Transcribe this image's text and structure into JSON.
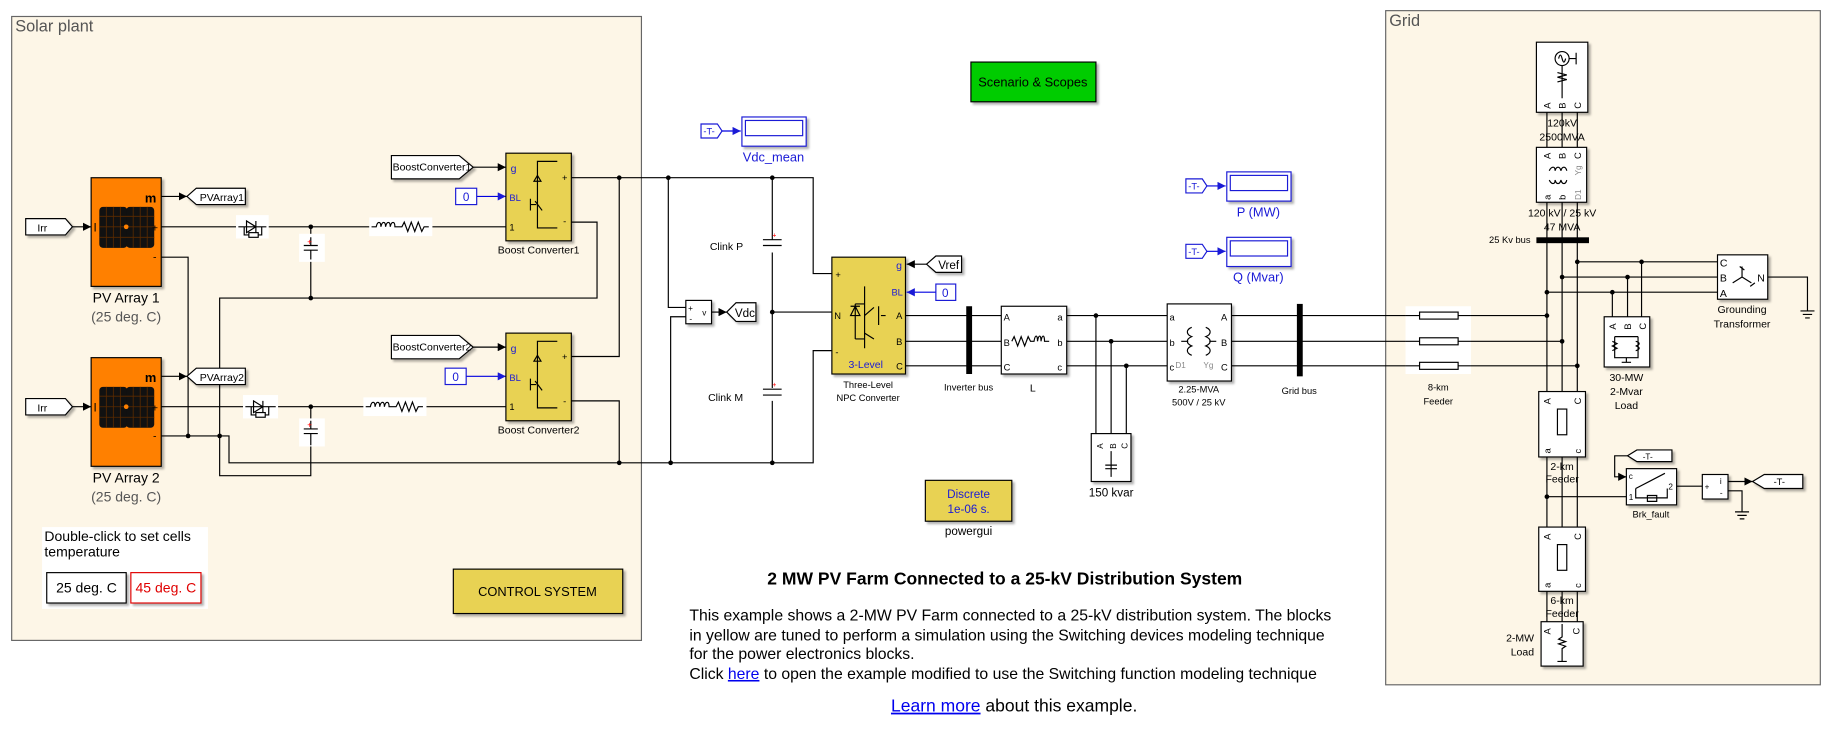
{
  "colors": {
    "area_fill": "#fdf6e7",
    "yellow_block": "#e8d253",
    "pv_orange": "#ff8000",
    "scenario_green": "#00cc00",
    "scope_blue": "#1a1ad6",
    "temp_red": "#e00000"
  },
  "solar_plant": {
    "title": "Solar plant",
    "irr_tag": "Irr",
    "pv1": {
      "name": "PV Array 1",
      "temp": "(25 deg. C)",
      "tag": "PVArray1"
    },
    "pv2": {
      "name": "PV Array 2",
      "temp": "(25 deg. C)",
      "tag": "PVArray2"
    },
    "pv_ports": {
      "m": "m",
      "i": "I",
      "plus": "+",
      "minus": "-"
    },
    "bc1": {
      "name": "Boost Converter1",
      "tag": "BoostConverter1"
    },
    "bc2": {
      "name": "Boost Converter2",
      "tag": "BoostConverter2"
    },
    "bc_ports": {
      "g": "g",
      "bl": "BL",
      "one": "1",
      "plus": "+",
      "minus": "-"
    },
    "const_zero": "0",
    "temp_note_line1": "Double-click to set cells",
    "temp_note_line2": "temperature",
    "temp_buttons": [
      "25 deg. C",
      "45 deg. C"
    ],
    "control_system": "CONTROL SYSTEM"
  },
  "scenario_button": "Scenario & Scopes",
  "scopes": [
    {
      "tag": "-T-",
      "label": "Vdc_mean"
    },
    {
      "tag": "-T-",
      "label": "P (MW)"
    },
    {
      "tag": "-T-",
      "label": "Q (Mvar)"
    }
  ],
  "dc_link": {
    "clink_p": "Clink P",
    "clink_m": "Clink M",
    "vm_plus": "+",
    "vm_minus": "-",
    "vm_v": "v",
    "vdc_tag": "Vdc"
  },
  "npc": {
    "name_line1": "Three-Level",
    "name_line2": "NPC Converter",
    "inner": "3-Level",
    "port_plus": "+",
    "port_n": "N",
    "port_minus": "-",
    "port_g": "g",
    "port_bl": "BL",
    "vref_tag": "Vref",
    "const_zero": "0"
  },
  "phases": {
    "A": "A",
    "B": "B",
    "C": "C",
    "a": "a",
    "b": "b",
    "c": "c",
    "N": "N",
    "one": "1",
    "two": "2"
  },
  "inverter_bus": "Inverter bus",
  "inductor": "L",
  "cap_bank": "150 kvar",
  "xfmr_small": {
    "line1": "2.25-MVA",
    "line2": "500V / 25 kV",
    "d1": "D1",
    "yg": "Yg"
  },
  "grid_bus": "Grid bus",
  "powergui": {
    "line1": "Discrete",
    "line2": "1e-06 s.",
    "label": "powergui"
  },
  "grid": {
    "title": "Grid",
    "source": {
      "line1": "120kV",
      "line2": "2500MVA"
    },
    "xfmr": {
      "line1": "120 kV / 25 kV",
      "line2": "47 MVA",
      "yg": "Yg",
      "d1": "D1"
    },
    "bus_label": "25 Kv bus",
    "grounding": {
      "line1": "Grounding",
      "line2": "Transformer"
    },
    "load30": {
      "line1": "30-MW",
      "line2": "2-Mvar",
      "line3": "Load"
    },
    "feeder8": {
      "line1": "8-km",
      "line2": "Feeder"
    },
    "feeder2": {
      "line1": "2-km",
      "line2": "Feeder"
    },
    "feeder6": {
      "line1": "6-km",
      "line2": "Feeder"
    },
    "load2": {
      "line1": "2-MW",
      "line2": "Load"
    },
    "breaker": {
      "label": "Brk_fault",
      "tag": "-T-",
      "port_c": "c"
    },
    "imeas": {
      "plus": "+",
      "minus": "-",
      "i": "i",
      "tag": "-T-"
    }
  },
  "description": {
    "title": "2 MW PV Farm Connected to a 25-kV Distribution System",
    "line1": "This example shows a 2-MW PV Farm connected to a 25-kV distribution system. The blocks",
    "line2": "in yellow are tuned to perform a simulation using the Switching devices modeling technique",
    "line3": "for the power electronics blocks.",
    "line4_pre": "Click ",
    "line4_link": "here",
    "line4_post": " to open the example modified to use the Switching function modeling technique",
    "learn_more_link": "Learn more",
    "learn_more_post": " about this example."
  }
}
